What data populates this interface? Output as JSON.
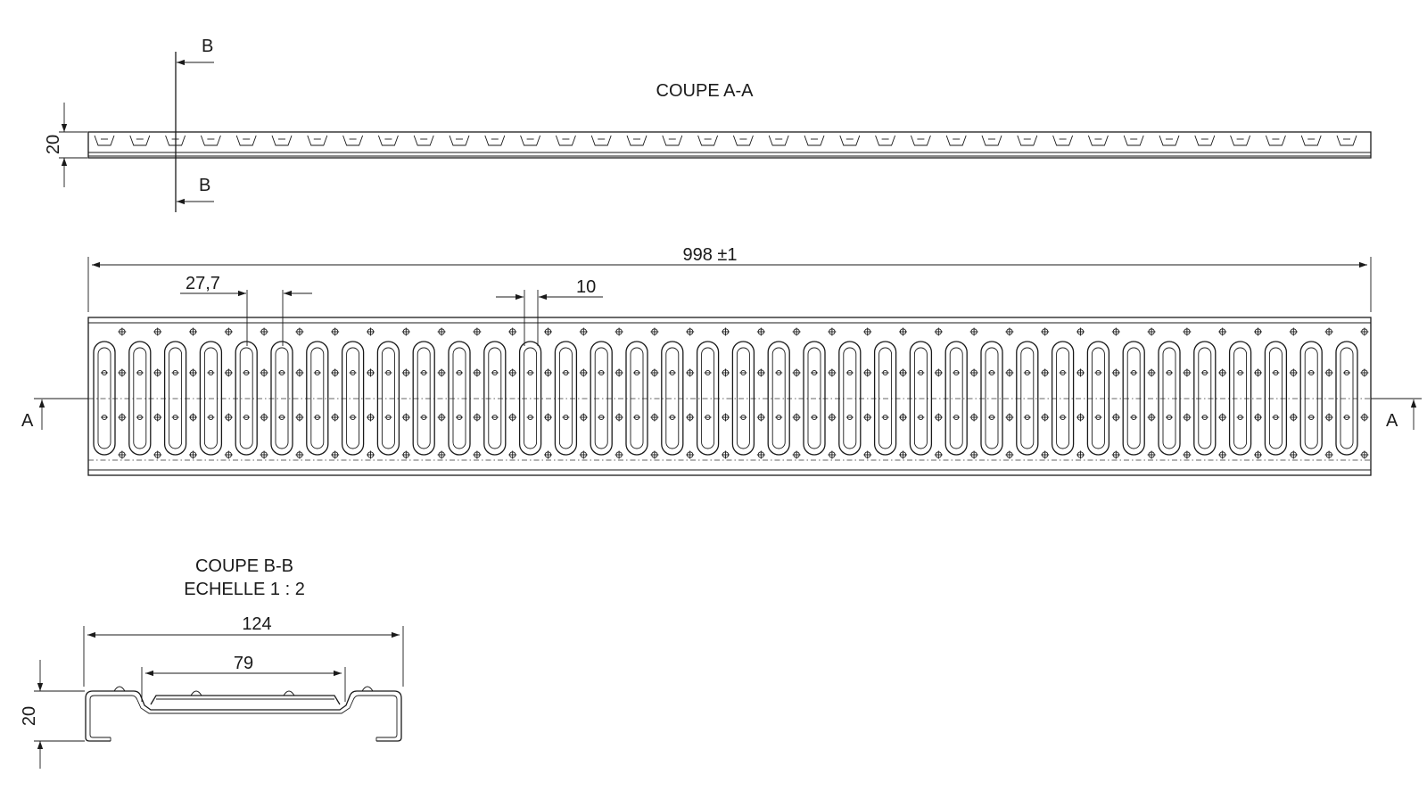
{
  "section_aa": {
    "title": "COUPE A-A",
    "height_dim": "20",
    "cut_label": "B"
  },
  "plan_view": {
    "length_dim": "998 ±1",
    "pitch_dim": "27,7",
    "slot_dim": "10",
    "section_label": "A",
    "slot_count": 36
  },
  "section_bb": {
    "title": "COUPE B-B",
    "scale": "ECHELLE 1 : 2",
    "width_dim": "124",
    "inner_dim": "79",
    "height_dim": "20"
  }
}
